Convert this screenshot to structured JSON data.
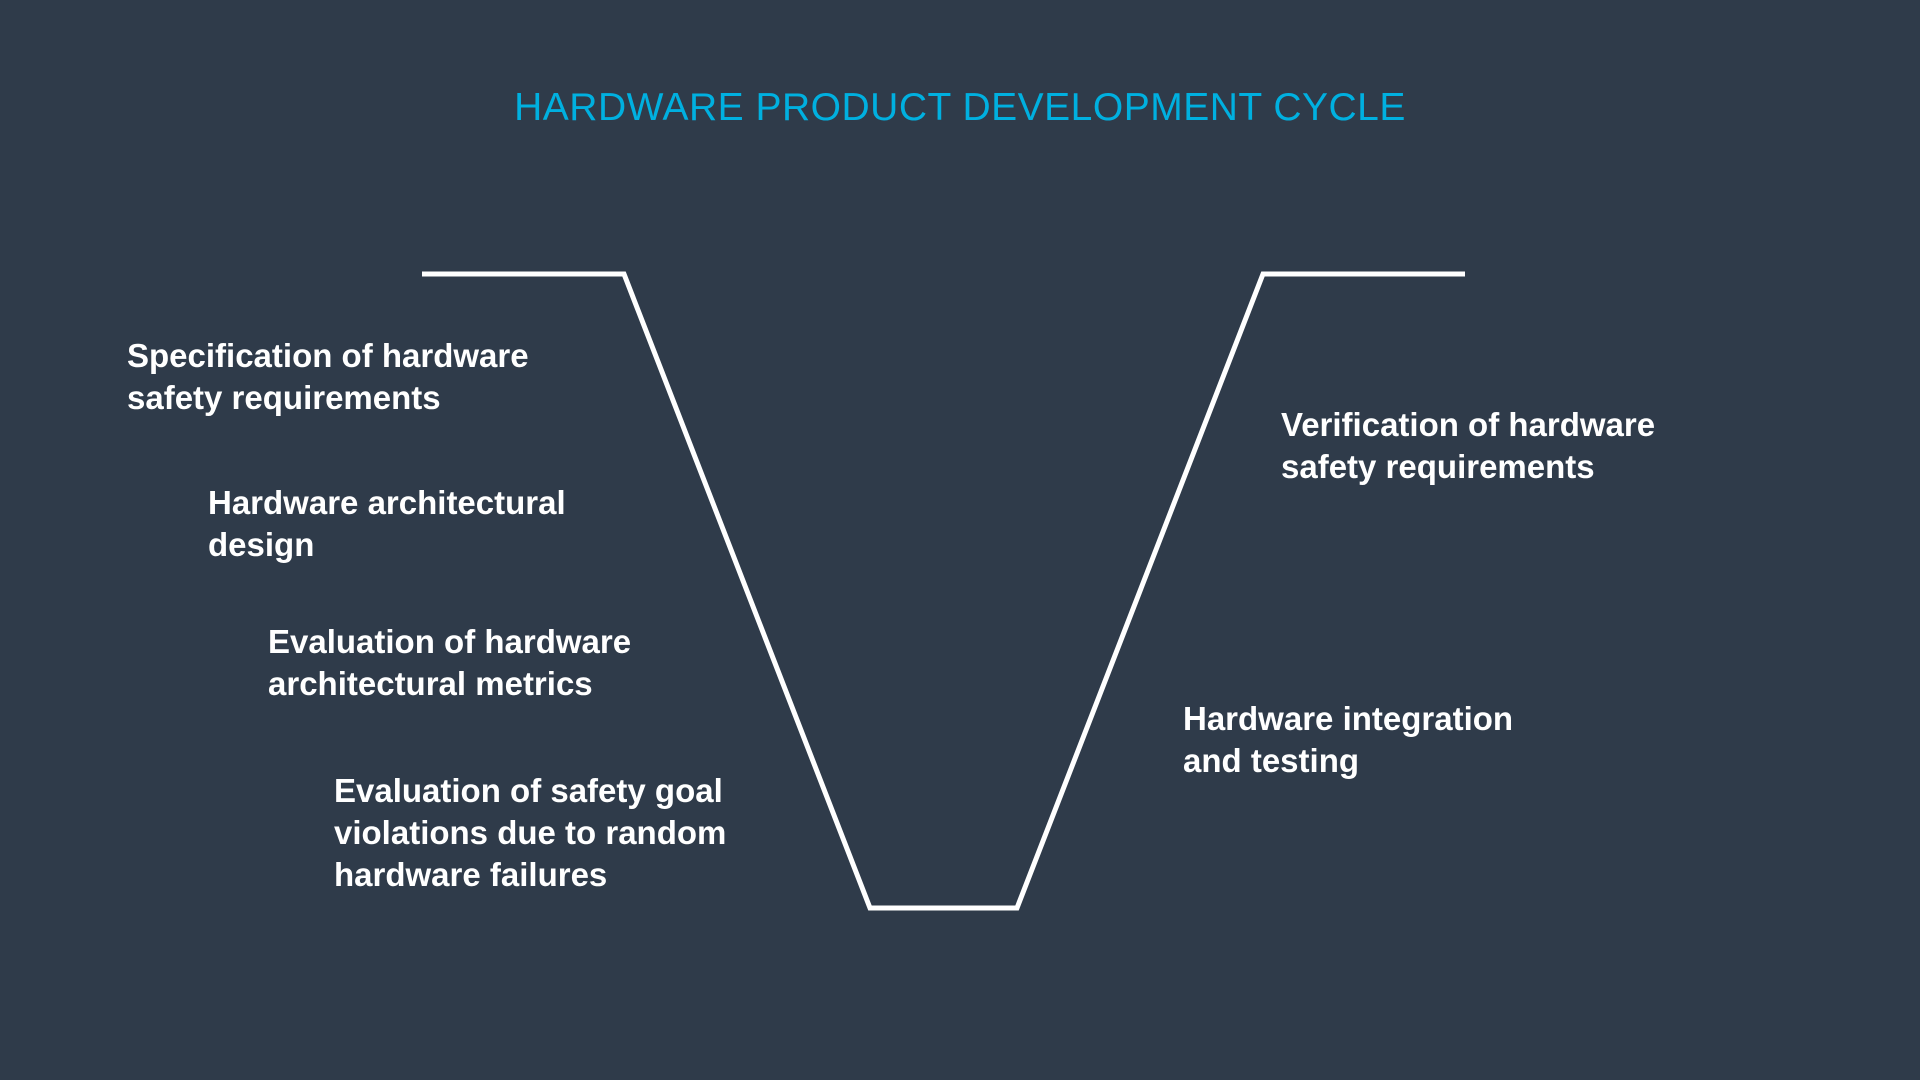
{
  "title": "HARDWARE PRODUCT DEVELOPMENT CYCLE",
  "colors": {
    "background": "#2f3b4a",
    "title": "#00b0e0",
    "line": "#ffffff",
    "text": "#ffffff"
  },
  "left_steps": [
    {
      "lines": [
        "Specification of hardware",
        "safety requirements"
      ]
    },
    {
      "lines": [
        "Hardware architectural",
        "design"
      ]
    },
    {
      "lines": [
        "Evaluation of hardware",
        "architectural metrics"
      ]
    },
    {
      "lines": [
        "Evaluation of safety goal",
        "violations due to random",
        "hardware failures"
      ]
    }
  ],
  "right_steps": [
    {
      "lines": [
        "Verification of hardware",
        "safety requirements"
      ]
    },
    {
      "lines": [
        "Hardware integration",
        "and testing"
      ]
    }
  ]
}
